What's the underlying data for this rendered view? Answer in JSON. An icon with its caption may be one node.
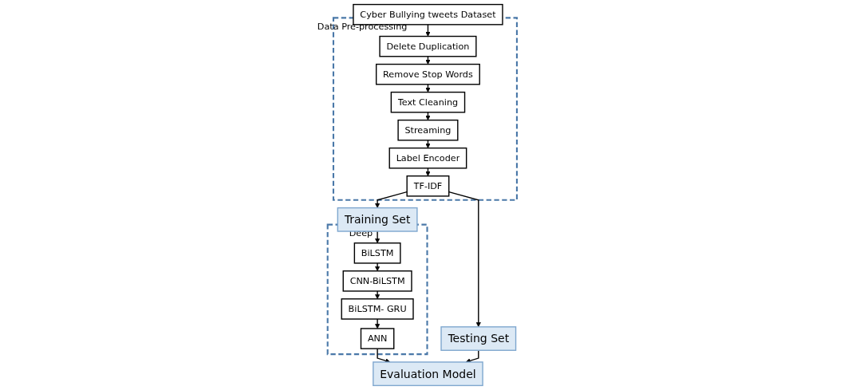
{
  "diagram": {
    "nodes": [
      {
        "text": [
          "Cyber Bullying tweets Dataset"
        ]
      },
      {
        "text": [
          "Data Pre-processing"
        ]
      },
      {
        "text": [
          "Delete Duplication"
        ],
        "in": 1
      },
      {
        "text": [
          "Remove Stop Words"
        ],
        "in": 1
      },
      {
        "text": [
          "Text Cleaning"
        ],
        "in": 1
      },
      {
        "text": [
          "Streaming"
        ],
        "in": 1
      },
      {
        "text": [
          "Label Encoder"
        ],
        "in": 1
      },
      {
        "text": [
          "TF-IDF"
        ],
        "in": 1
      },
      {
        "text": [
          "Training Set"
        ]
      },
      {
        "text": [
          "Testing Set"
        ]
      },
      {
        "text": [
          "Deep"
        ]
      },
      {
        "text": [
          "BiLSTM"
        ],
        "in": 10
      },
      {
        "text": [
          "CNN-BiLSTM"
        ],
        "in": 10
      },
      {
        "text": [
          "BiLSTM- GRU"
        ],
        "in": 10
      },
      {
        "text": [
          "ANN"
        ],
        "in": 10
      },
      {
        "text": [
          "Evaluation Model"
        ]
      }
    ],
    "edges": [
      {
        "from": 0,
        "to": 2,
        "arrow": "to"
      },
      {
        "from": 2,
        "to": 3,
        "arrow": "to"
      },
      {
        "from": 3,
        "to": 4,
        "arrow": "to"
      },
      {
        "from": 4,
        "to": 5,
        "arrow": "to"
      },
      {
        "from": 5,
        "to": 6,
        "arrow": "to"
      },
      {
        "from": 6,
        "to": 7,
        "arrow": "to"
      },
      {
        "from": 7,
        "to": 8,
        "arrow": "to"
      },
      {
        "from": 7,
        "to": 9,
        "arrow": "to"
      },
      {
        "from": 8,
        "to": 11,
        "arrow": "to"
      },
      {
        "from": 11,
        "to": 12,
        "arrow": "to"
      },
      {
        "from": 12,
        "to": 13,
        "arrow": "to"
      },
      {
        "from": 13,
        "to": 14,
        "arrow": "to"
      },
      {
        "from": 14,
        "to": 15,
        "arrow": "to"
      },
      {
        "from": 9,
        "to": 15,
        "arrow": "to"
      }
    ]
  }
}
